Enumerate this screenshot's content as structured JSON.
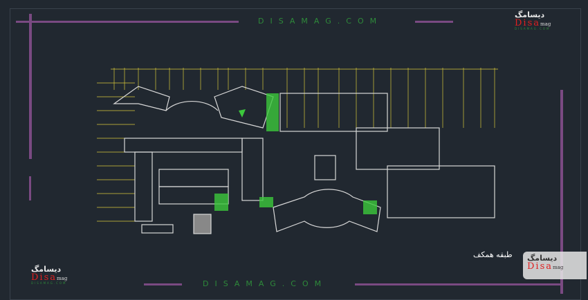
{
  "watermark_top": "DISAMAG.COM",
  "watermark_bottom": "DISAMAG.COM",
  "logo": {
    "persian": "دیسامگ",
    "english": "Disa",
    "suffix": "mag",
    "url": "DISAMAG.COM"
  },
  "drawing_label": "طبقه همکف",
  "colors": {
    "background": "#212830",
    "frame_lines": "#7a4a82",
    "watermark": "#2e8a3a",
    "walls": "#d8d8d8",
    "grid": "#d8c83a",
    "accent_green": "#3cc83c"
  }
}
